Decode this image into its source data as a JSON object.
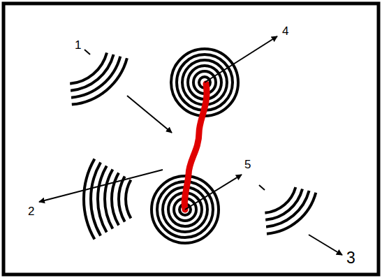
{
  "diagram": {
    "labels": [
      "4",
      "1",
      "5",
      "2",
      "3"
    ]
  }
}
